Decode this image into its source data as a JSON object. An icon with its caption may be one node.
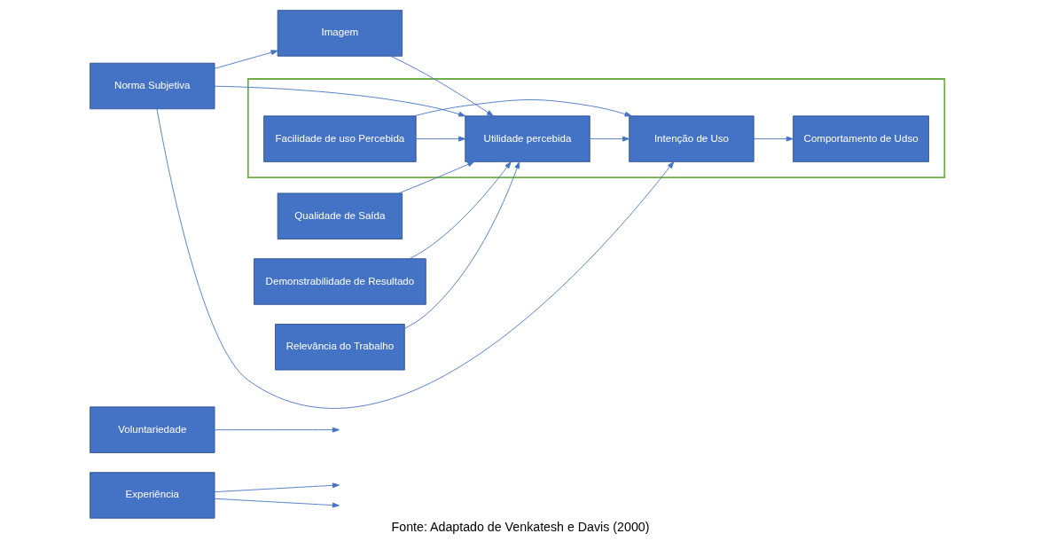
{
  "diagram": {
    "caption": "Fonte: Adaptado de Venkatesh e Davis (2000)",
    "nodes": [
      {
        "text": [
          "Experiência"
        ]
      },
      {
        "text": [
          "Voluntariedade"
        ]
      },
      {
        "text": [
          "Norma Subjetiva"
        ]
      },
      {
        "text": [
          "Imagem"
        ]
      },
      {
        "text": [
          "Relevância do Trabalho"
        ]
      },
      {
        "text": [
          "Qualidade de Saída"
        ]
      },
      {
        "text": [
          "Demonstrabilidade de Resultado"
        ]
      },
      {
        "text": [],
        "shape": "box"
      },
      {
        "text": [
          "Utilidade percebida"
        ],
        "in": 7
      },
      {
        "text": [
          "Facilidade de uso Percebida"
        ],
        "in": 7
      },
      {
        "text": [
          "Intenção de Uso"
        ],
        "in": 7
      },
      {
        "text": [
          "Comportamento de Udso"
        ],
        "in": 7
      }
    ],
    "edges": [
      {
        "from": 2,
        "to": 3,
        "arrow": "to"
      },
      {
        "from": 2,
        "to": 8,
        "arrow": "to"
      },
      {
        "from": 2,
        "to": 10,
        "arrow": "to"
      },
      {
        "from": 0,
        "to": null,
        "arrow": "to"
      },
      {
        "from": 0,
        "to": null,
        "arrow": "to"
      },
      {
        "from": 1,
        "to": null,
        "arrow": "to"
      },
      {
        "from": 3,
        "to": 8,
        "arrow": "to"
      },
      {
        "from": 4,
        "to": 8,
        "arrow": "to"
      },
      {
        "from": 5,
        "to": 8,
        "arrow": "to"
      },
      {
        "from": 6,
        "to": 8,
        "arrow": "to"
      },
      {
        "from": 9,
        "to": 8,
        "arrow": "to"
      },
      {
        "from": 8,
        "to": 10,
        "arrow": "to"
      },
      {
        "from": 9,
        "to": 10,
        "arrow": "to"
      },
      {
        "from": 10,
        "to": 11,
        "arrow": "to"
      }
    ]
  }
}
